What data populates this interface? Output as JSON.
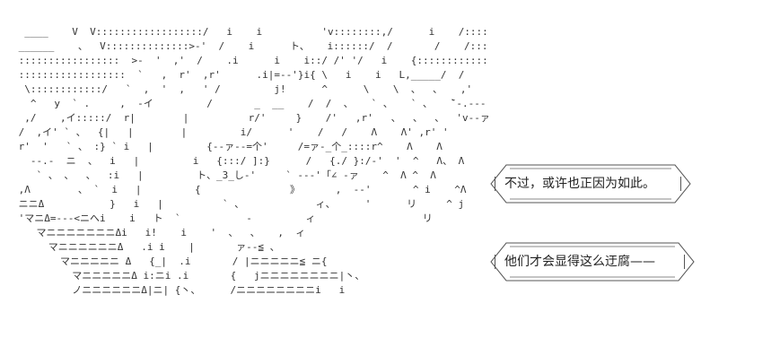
{
  "art": {
    "lines": [
      "  ____    V  V::::::::::::::::::/   i    i          'v::::::::,/      i    /:::::::::::::/   /",
      " ______    、  V::::::::::::::>-'  /    i      ト、   i::::::/  /       /    /:::::::::::::/   /",
      " :::::::::::::::::  >-  '  ,'  /    .i      i    i::/ /' '/   i    {::::::::::::/   /",
      " ::::::::::::::::::  `   ,  r'  ,r'      .i|=--'}i{ \\   i    i   L,_____/  /",
      "  \\::::::::::::/   `  ,  '  ,   ' /         j!      ^      \\    \\  、  、   ,'",
      "   ^   y  ` .     ,  -イ         /       _  __    /  /  、   ` 、   ` 、   ̄`-.---  ̄  ̄ >",
      "  ,/    ,イ:::::/  r|        |          r/'     }    /'   ,r'   、  、  、  'v--ァ  _",
      " /  ,イ' ` 、  {|   |        |         i/      '    /   /    Λ    Λ' ,r' '",
      " r'  '   ` 、 :} ` i   |         {--ァ--=个'     /=ァ-_个_::::r^    Λ    Λ",
      "   --.-  ニ  、  i   |         i   {:::/ ]:}      /   {./ }:/-'  '  ^   Λ、 Λ",
      "    ` 、 、  、  :i   |         ト、_3_し-'     ` ---'「∠ -ァ    ^  Λ ^  Λ",
      " ,Λ        、 `  i   |         {               》      ,  --'       ^ i    ^Λ",
      " ニニΔ           }   i   |          ` 、            ィ、     '      リ     ^ j",
      " 'マニΔ=---<ニへi    i   ト  `           -         ィ                  リ",
      "    マニニニニニニニΔi   i!    i    '  、  、   ,  ィ",
      "      マニニニニニニΔ   .i i    |       ァ--≦ 、",
      "        マニニニニニ Δ   {_|  .i       / |ニニニニニ≦ ニ{",
      "          マニニニニニΔ i:ニi .i       {   jニニニニニニニニ|丶、",
      "          ノニニニニニニΔ|ニ| {丶、     /ニニニニニニニニi   i"
    ]
  },
  "bubbles": [
    {
      "text": "不过，或许也正因为如此。"
    },
    {
      "text": "他们才会显得这么迂腐——"
    }
  ]
}
